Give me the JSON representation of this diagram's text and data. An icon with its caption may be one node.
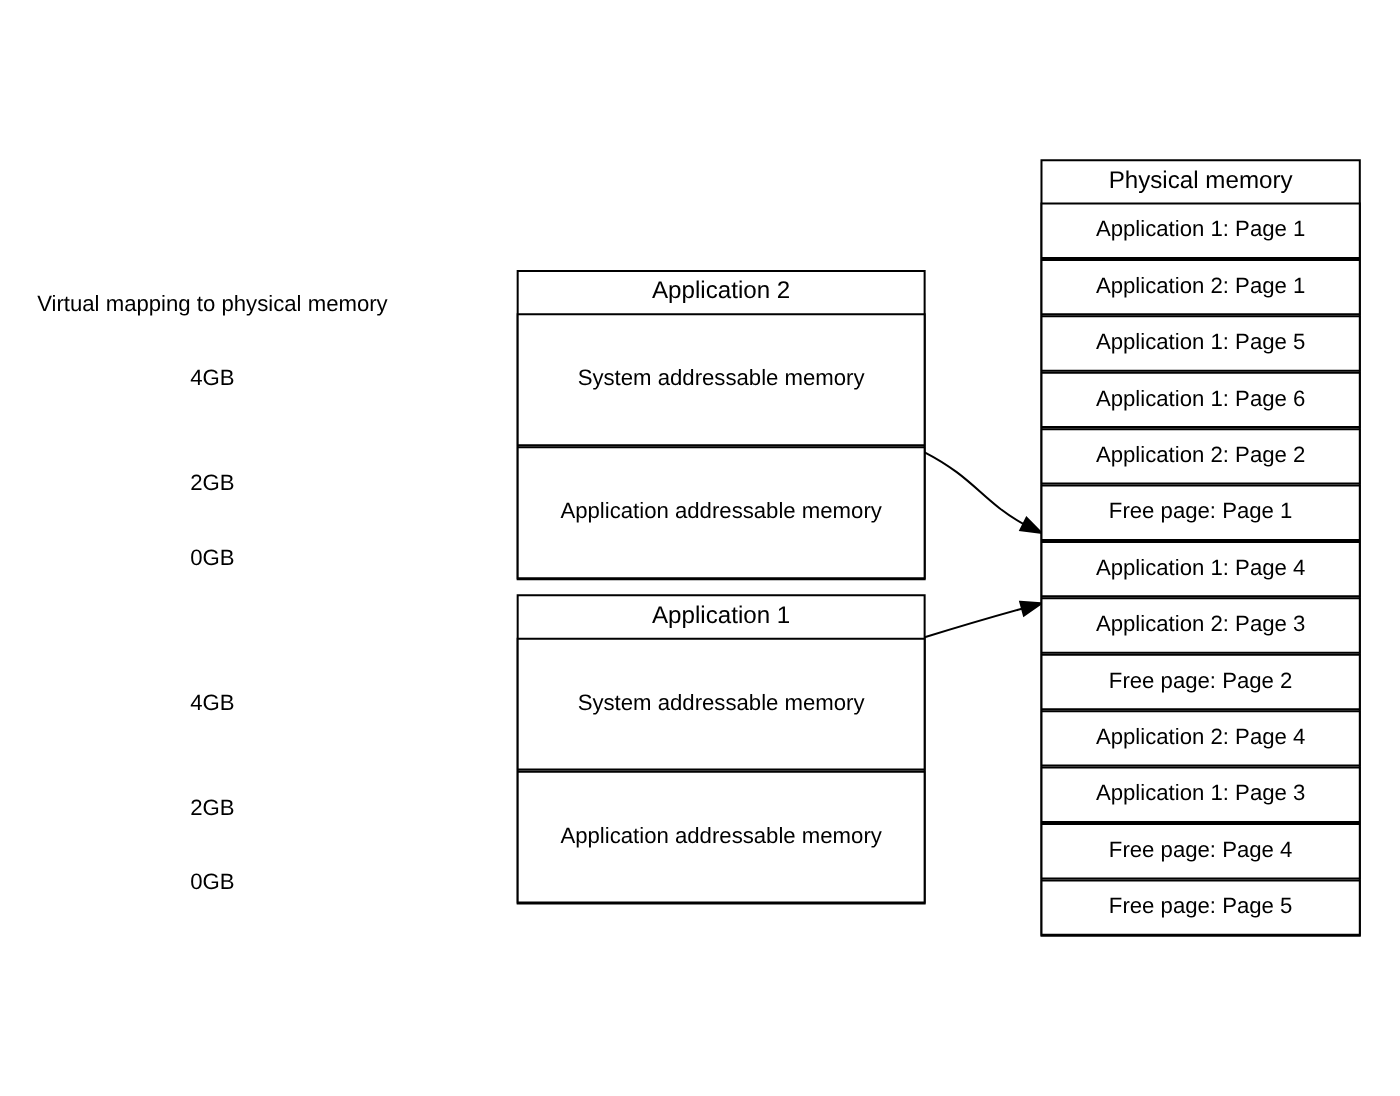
{
  "diagram": {
    "nodes": [
      {
        "text": [
          "Application 1"
        ]
      },
      {
        "text": [
          "System addressable memory"
        ],
        "in": 0
      },
      {
        "text": [
          "Application addressable memory"
        ],
        "in": 0
      },
      {
        "text": [
          "Application 2"
        ]
      },
      {
        "text": [
          "System addressable memory"
        ],
        "in": 3
      },
      {
        "text": [
          "Application addressable memory"
        ],
        "in": 3
      },
      {
        "text": [
          "Physical memory"
        ]
      },
      {
        "text": [
          "Application 1: Page 1"
        ],
        "in": 6
      },
      {
        "text": [
          "Application 2: Page 1"
        ],
        "in": 6
      },
      {
        "text": [
          "Application 1: Page 5"
        ],
        "in": 6
      },
      {
        "text": [
          "Application 1: Page 6"
        ],
        "in": 6
      },
      {
        "text": [
          "Application 2: Page 2"
        ],
        "in": 6
      },
      {
        "text": [
          "Free page: Page 1"
        ],
        "in": 6
      },
      {
        "text": [
          "Application 1: Page 4"
        ],
        "in": 6
      },
      {
        "text": [
          "Application 2: Page 3"
        ],
        "in": 6
      },
      {
        "text": [
          "Free page: Page 2"
        ],
        "in": 6
      },
      {
        "text": [
          "Application 2: Page 4"
        ],
        "in": 6
      },
      {
        "text": [
          "Application 1: Page 3"
        ],
        "in": 6
      },
      {
        "text": [
          "Free page: Page 4"
        ],
        "in": 6
      },
      {
        "text": [
          "Free page: Page 5"
        ],
        "in": 6
      }
    ],
    "edges": [
      {
        "from": 0,
        "to": 6,
        "arrow": "to"
      },
      {
        "from": 3,
        "to": 6,
        "arrow": "to"
      }
    ],
    "labels": [
      "4GB",
      "2GB",
      "0GB",
      "Virtual mapping to physical memory",
      "4GB",
      "2GB",
      "0GB"
    ]
  }
}
